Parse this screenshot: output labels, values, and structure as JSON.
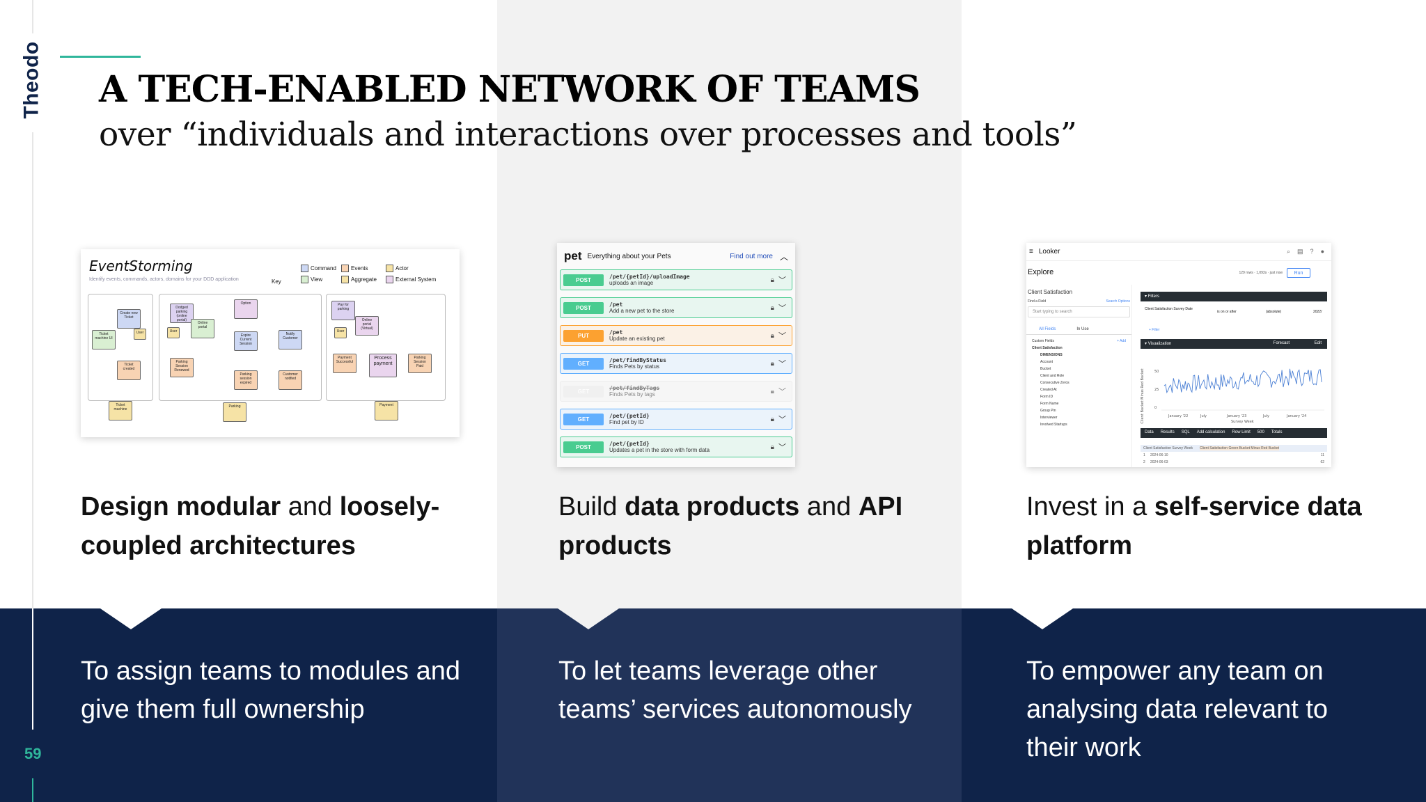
{
  "brand": {
    "logo_text": "Theodo",
    "accent": "#2fb69b",
    "navy": "#0f2349"
  },
  "slide": {
    "title": "A TECH-ENABLED NETWORK OF TEAMS",
    "subtitle": "over “individuals and interactions over processes and tools”",
    "page_number": "59"
  },
  "columns": [
    {
      "caption_parts": [
        {
          "text": "Design modular",
          "bold": true
        },
        {
          "text": " and ",
          "bold": false
        },
        {
          "text": "loosely-coupled architectures",
          "bold": true
        }
      ],
      "why": "To assign teams to modules and give them full ownership"
    },
    {
      "caption_parts": [
        {
          "text": "Build ",
          "bold": false
        },
        {
          "text": "data products",
          "bold": true
        },
        {
          "text": " and ",
          "bold": false
        },
        {
          "text": "API products",
          "bold": true
        }
      ],
      "why": "To let teams leverage other teams’ services autonomously"
    },
    {
      "caption_parts": [
        {
          "text": "Invest in a ",
          "bold": false
        },
        {
          "text": "self-service data platform",
          "bold": true
        }
      ],
      "why": "To empower any team on analysing data relevant to their work"
    }
  ],
  "eventstorming": {
    "title": "EventStorming",
    "subtitle": "Identify events, commands, actors, domains for your DDD application",
    "key_label": "Key",
    "legend": [
      {
        "label": "Command",
        "color": "#cdd8f4"
      },
      {
        "label": "Events",
        "color": "#f8d3b3"
      },
      {
        "label": "Actor",
        "color": "#f6e3a6"
      },
      {
        "label": "View",
        "color": "#d9efd2"
      },
      {
        "label": "Aggregate",
        "color": "#f6e3a6"
      },
      {
        "label": "External System",
        "color": "#ead5ee"
      }
    ],
    "stickies": {
      "create_ticket": "Create new Ticket",
      "ticket_created": "Ticket created",
      "ticket_machine_ui": "Ticket machine UI",
      "user1": "User",
      "ticket_machine": "Ticket machine",
      "dodged_parking": "Dodged parking (online portal)",
      "online_portal": "Online portal",
      "option": "Option",
      "parking_session_renewed": "Parking Session Renewed",
      "expire_session": "Expire Current Session",
      "notify_customer": "Notify Customer",
      "parking_session_expired": "Parking session expired",
      "customer_notified": "Customer notified",
      "parking": "Parking",
      "pay_for_parking": "Pay for parking",
      "online_portal_virtual": "Online portal (Virtual)",
      "payment_successful": "Payment Successful",
      "process_payment": "Process payment",
      "parking_session_paid": "Parking Session Paid",
      "payment": "Payment",
      "user2": "User",
      "user3": "User"
    }
  },
  "swagger": {
    "tag": "pet",
    "tag_description": "Everything about your Pets",
    "find_out_more": "Find out more",
    "operations": [
      {
        "method": "POST",
        "path": "/pet/{petId}/uploadImage",
        "summary": "uploads an image",
        "kind": "post"
      },
      {
        "method": "POST",
        "path": "/pet",
        "summary": "Add a new pet to the store",
        "kind": "post"
      },
      {
        "method": "PUT",
        "path": "/pet",
        "summary": "Update an existing pet",
        "kind": "put"
      },
      {
        "method": "GET",
        "path": "/pet/findByStatus",
        "summary": "Finds Pets by status",
        "kind": "get"
      },
      {
        "method": "GET",
        "path": "/pet/findByTags",
        "summary": "Finds Pets by tags",
        "kind": "dep"
      },
      {
        "method": "GET",
        "path": "/pet/{petId}",
        "summary": "Find pet by ID",
        "kind": "get"
      },
      {
        "method": "POST",
        "path": "/pet/{petId}",
        "summary": "Updates a pet in the store with form data",
        "kind": "post"
      }
    ]
  },
  "looker": {
    "product": "Looker",
    "explore_label": "Explore",
    "rows_info": "129 rows · 1,093s · just now",
    "run_label": "Run",
    "model_name": "Client Satisfaction",
    "find_field": "Find a Field",
    "search_options": "Search Options",
    "search_placeholder": "Start typing to search",
    "tab_all": "All Fields",
    "tab_in_use": "In Use",
    "custom_fields": "Custom Fields",
    "add_label": "+ Add",
    "view_name": "Client Satisfaction",
    "dimensions_header": "DIMENSIONS",
    "fields": [
      "Account",
      "Bucket",
      "Client and Role",
      "Consecutive Zeros",
      "Created At",
      "Form ID",
      "Form Name",
      "Group Pin",
      "Interviewer",
      "Involved Startups"
    ],
    "filters_label": "Filters",
    "filter_field": "Client Satisfaction Survey Date",
    "filter_op": "is on or after",
    "filter_mode": "(absolute)",
    "filter_value": "2022/",
    "add_filter": "+ Filter",
    "visualization_label": "Visualization",
    "forecast_label": "Forecast",
    "edit_label": "Edit",
    "data_label": "Data",
    "results_label": "Results",
    "sql_label": "SQL",
    "add_calc": "Add calculation",
    "row_limit": "Row Limit",
    "row_limit_value": "500",
    "totals_label": "Totals",
    "col_survey_week": "Client Satisfaction Survey Week",
    "col_green": "Client Satisfaction Green Bucket Minus Red Bucket",
    "rows": [
      [
        "1",
        "2024-06-10",
        "11"
      ],
      [
        "2",
        "2024-06-03",
        "62"
      ]
    ],
    "y_axis_label": "Client Bucket Minus Red Bucket",
    "x_axis_label": "Survey Week",
    "y_ticks": [
      "50",
      "25",
      "0"
    ],
    "x_ticks": [
      "January '22",
      "July",
      "January '23",
      "July",
      "January '24"
    ]
  }
}
